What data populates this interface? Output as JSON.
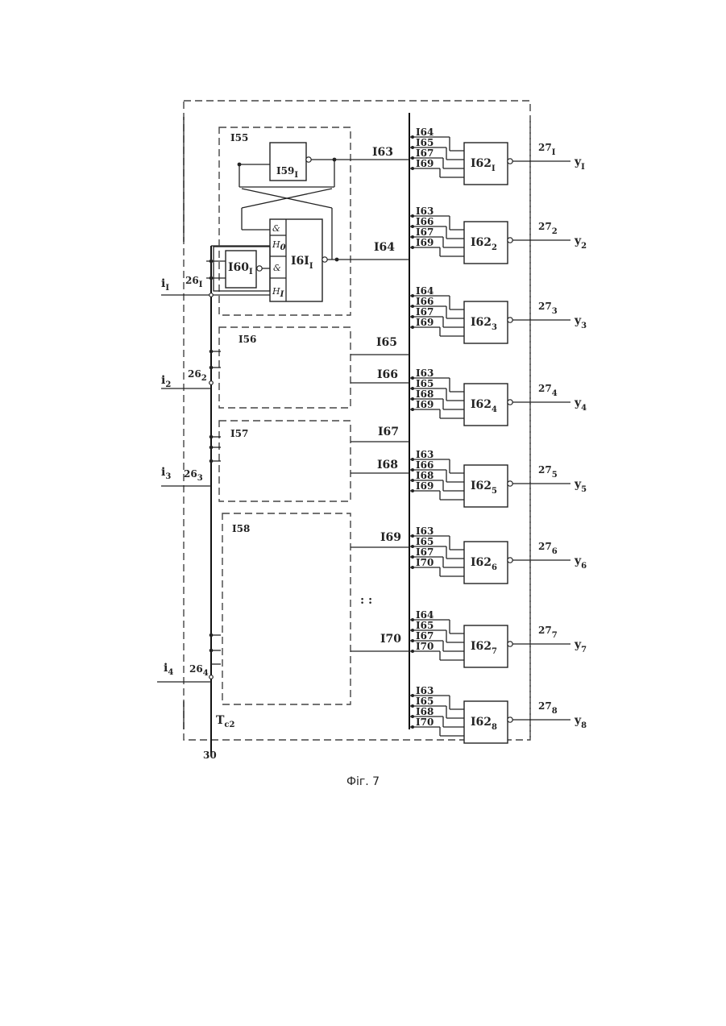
{
  "caption": "Фіг. 7",
  "groups": {
    "g155": "I55",
    "g156": "I56",
    "g157": "I57",
    "g158": "I58"
  },
  "elements": {
    "e159": {
      "main": "I59",
      "sub": "I"
    },
    "e160": {
      "main": "I60",
      "sub": "I"
    },
    "e161": {
      "main": "I6I",
      "sub": "I"
    },
    "e161_pins": [
      "&",
      "H",
      "&",
      "H"
    ],
    "e161_pin_subs": [
      "0",
      "I"
    ]
  },
  "bus_lines": [
    "I63",
    "I64",
    "I65",
    "I66",
    "I67",
    "I68",
    "I69",
    "I70"
  ],
  "inputs": [
    {
      "main": "i",
      "sub": "I"
    },
    {
      "main": "i",
      "sub": "2"
    },
    {
      "main": "i",
      "sub": "3"
    },
    {
      "main": "i",
      "sub": "4"
    }
  ],
  "input_nodes": [
    {
      "main": "26",
      "sub": "I"
    },
    {
      "main": "26",
      "sub": "2"
    },
    {
      "main": "26",
      "sub": "3"
    },
    {
      "main": "26",
      "sub": "4"
    }
  ],
  "clock": {
    "main": "T",
    "sub": "c2"
  },
  "bottom_label": "30",
  "gates": [
    {
      "main": "I62",
      "sub": "I",
      "inputs": [
        "I64",
        "I65",
        "I67",
        "I69"
      ],
      "node": {
        "main": "27",
        "sub": "I"
      },
      "out": {
        "main": "y",
        "sub": "I"
      }
    },
    {
      "main": "I62",
      "sub": "2",
      "inputs": [
        "I63",
        "I66",
        "I67",
        "I69"
      ],
      "node": {
        "main": "27",
        "sub": "2"
      },
      "out": {
        "main": "y",
        "sub": "2"
      }
    },
    {
      "main": "I62",
      "sub": "3",
      "inputs": [
        "I64",
        "I66",
        "I67",
        "I69"
      ],
      "node": {
        "main": "27",
        "sub": "3"
      },
      "out": {
        "main": "y",
        "sub": "3"
      }
    },
    {
      "main": "I62",
      "sub": "4",
      "inputs": [
        "I63",
        "I65",
        "I68",
        "I69"
      ],
      "node": {
        "main": "27",
        "sub": "4"
      },
      "out": {
        "main": "y",
        "sub": "4"
      }
    },
    {
      "main": "I62",
      "sub": "5",
      "inputs": [
        "I63",
        "I66",
        "I68",
        "I69"
      ],
      "node": {
        "main": "27",
        "sub": "5"
      },
      "out": {
        "main": "y",
        "sub": "5"
      }
    },
    {
      "main": "I62",
      "sub": "6",
      "inputs": [
        "I63",
        "I65",
        "I67",
        "I70"
      ],
      "node": {
        "main": "27",
        "sub": "6"
      },
      "out": {
        "main": "y",
        "sub": "6"
      }
    },
    {
      "main": "I62",
      "sub": "7",
      "inputs": [
        "I64",
        "I65",
        "I67",
        "I70"
      ],
      "node": {
        "main": "27",
        "sub": "7"
      },
      "out": {
        "main": "y",
        "sub": "7"
      }
    },
    {
      "main": "I62",
      "sub": "8",
      "inputs": [
        "I63",
        "I65",
        "I68",
        "I70"
      ],
      "node": {
        "main": "27",
        "sub": "8"
      },
      "out": {
        "main": "y",
        "sub": "8"
      }
    }
  ]
}
